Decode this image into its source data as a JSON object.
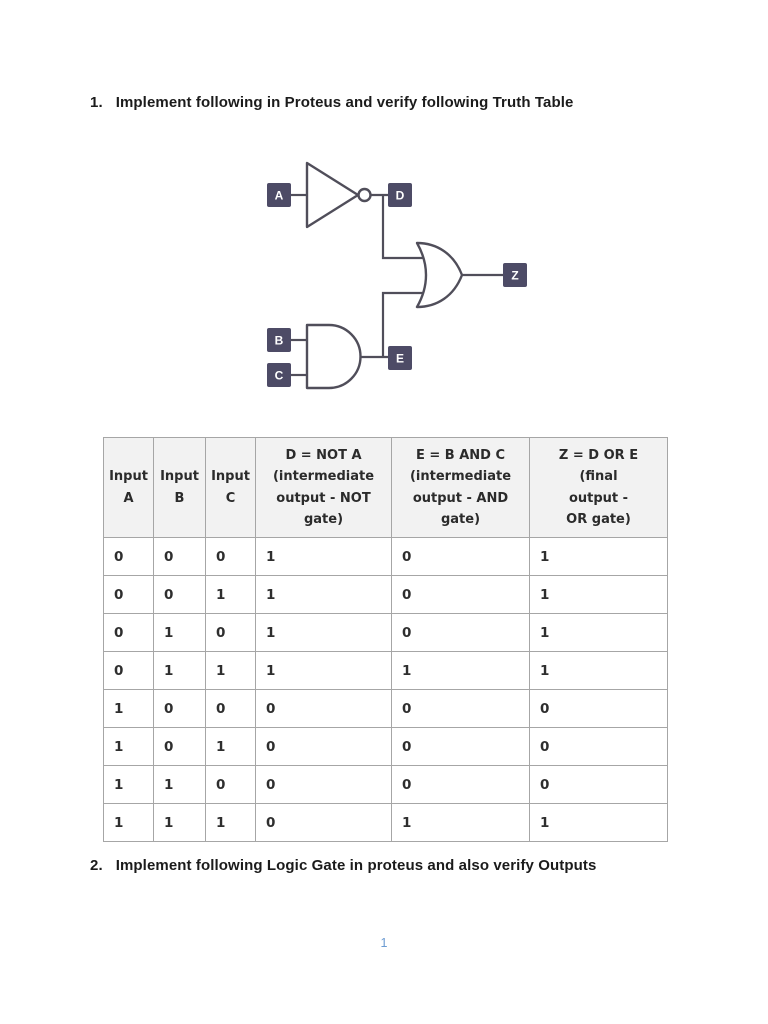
{
  "sections": [
    {
      "number": "1.",
      "title": "Implement following in Proteus and verify following Truth Table"
    },
    {
      "number": "2.",
      "title": "Implement following Logic Gate in proteus and also verify Outputs"
    }
  ],
  "diagram": {
    "gates": [
      "NOT",
      "AND",
      "OR"
    ],
    "labels": {
      "input_a": "A",
      "input_b": "B",
      "input_c": "C",
      "node_d": "D",
      "node_e": "E",
      "output_z": "Z"
    },
    "colors": {
      "label_box": "#4d4b66",
      "wire": "#504e5a",
      "label_text": "#ffffff"
    }
  },
  "truth_table": {
    "headers": [
      "Input\nA",
      "Input\nB",
      "Input\nC",
      "D = NOT A\n(intermediate\noutput - NOT\ngate)",
      "E = B AND C\n(intermediate\noutput - AND\ngate)",
      "Z = D OR E\n(final\noutput -\nOR gate)"
    ],
    "rows": [
      [
        "0",
        "0",
        "0",
        "1",
        "0",
        "1"
      ],
      [
        "0",
        "0",
        "1",
        "1",
        "0",
        "1"
      ],
      [
        "0",
        "1",
        "0",
        "1",
        "0",
        "1"
      ],
      [
        "0",
        "1",
        "1",
        "1",
        "1",
        "1"
      ],
      [
        "1",
        "0",
        "0",
        "0",
        "0",
        "0"
      ],
      [
        "1",
        "0",
        "1",
        "0",
        "0",
        "0"
      ],
      [
        "1",
        "1",
        "0",
        "0",
        "0",
        "0"
      ],
      [
        "1",
        "1",
        "1",
        "0",
        "1",
        "1"
      ]
    ]
  },
  "footer": {
    "page_number": "1"
  }
}
